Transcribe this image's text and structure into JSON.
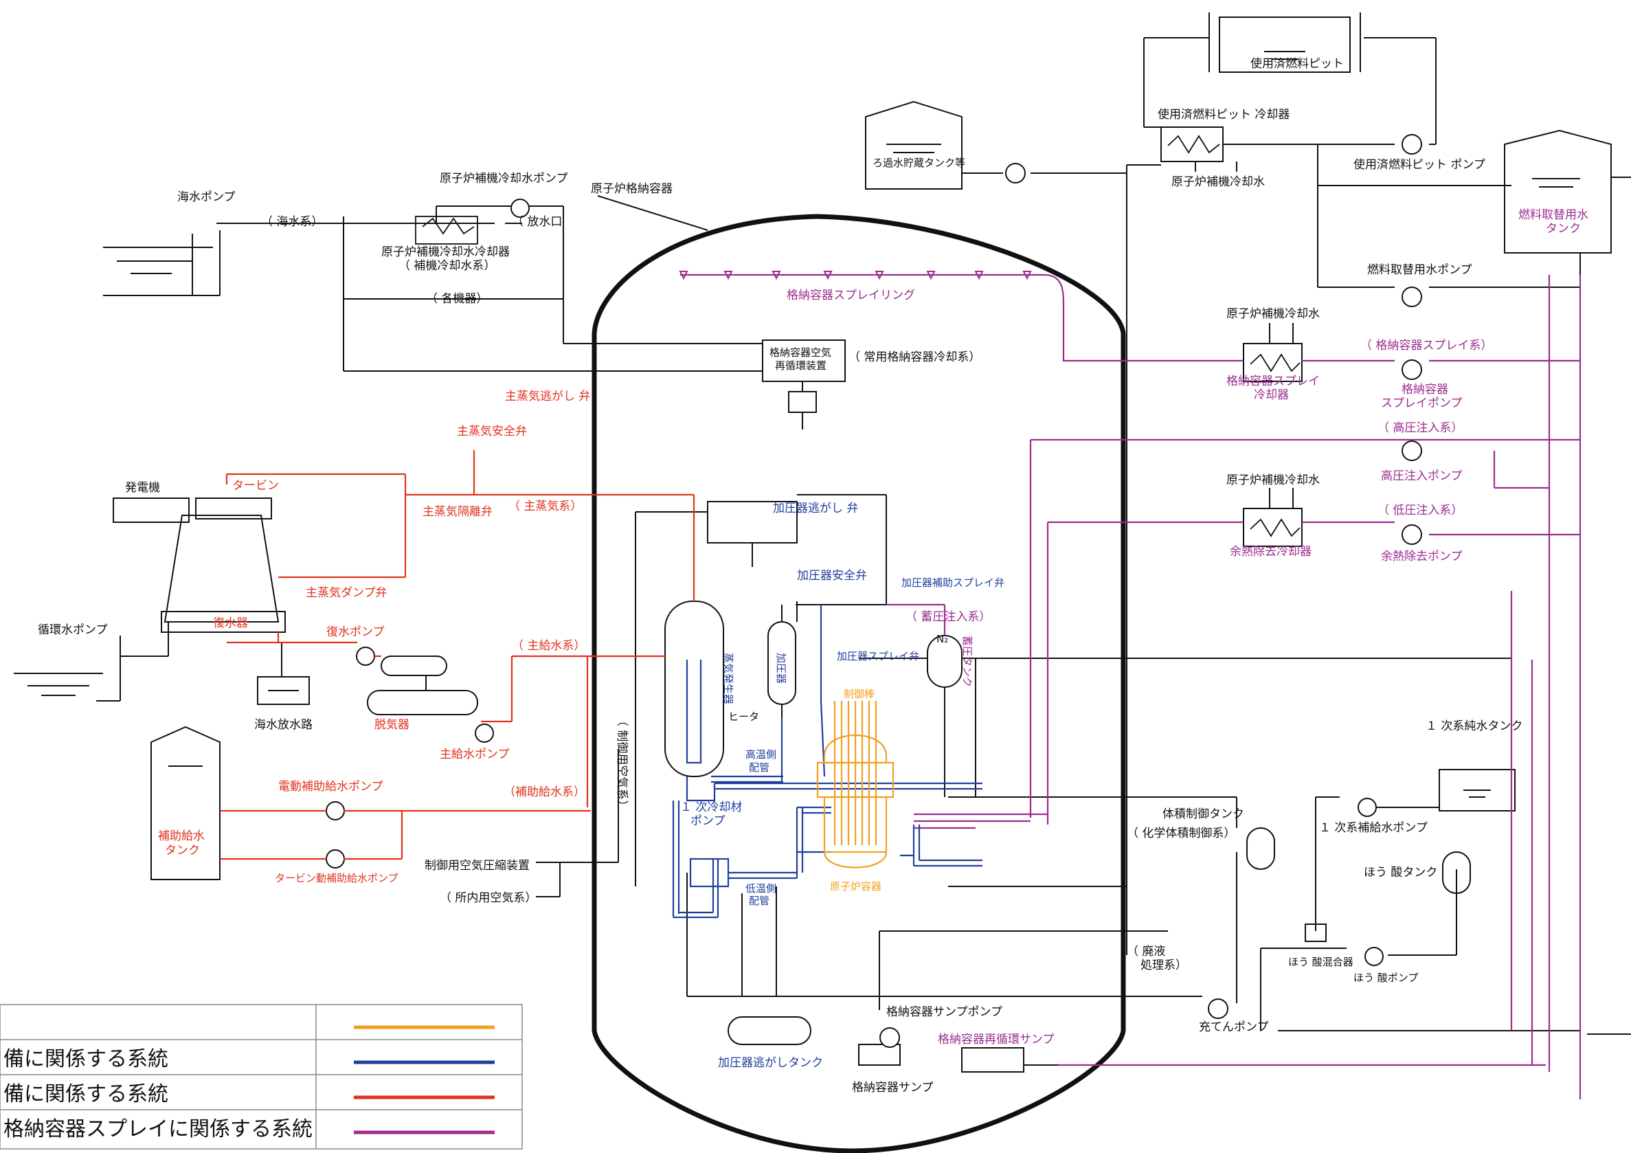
{
  "colors": {
    "black": "#111111",
    "red": "#e0331f",
    "blue": "#1f3f9c",
    "purple": "#9b2c8f",
    "orange": "#f0a020"
  },
  "labels": {
    "seawater_pump": "海水ポンプ",
    "seawater_system": "（ 海水系）",
    "ccw_pump": "原子炉補機冷却水ポンプ",
    "discharge_outlet": "（ 放水口",
    "ccw_cooler": "原子炉補機冷却水冷却器",
    "ccw_system": "（ 補機冷却水系）",
    "each_equipment": "（ 各機器）",
    "containment_vessel": "原子炉格納容器",
    "containment_spray_ring": "格納容器スプレイリング",
    "containment_air_recirc_1": "格納容器空気",
    "containment_air_recirc_2": "再循環装置",
    "normal_containment_cooling": "（ 常用格納容器冷却系）",
    "filtered_water_tank": "ろ過水貯蔵タンク等",
    "spent_fuel_pit": "使用済燃料ピット",
    "spent_fuel_pit_cooler": "使用済燃料ピット 冷却器",
    "ccw_to_sfp": "原子炉補機冷却水",
    "spent_fuel_pit_pump": "使用済燃料ピット ポンプ",
    "refueling_water_tank_1": "燃料取替用水",
    "refueling_water_tank_2": "タンク",
    "refueling_water_pump": "燃料取替用水ポンプ",
    "ccw_to_cs": "原子炉補機冷却水",
    "cs_system": "（ 格納容器スプレイ系）",
    "cs_cooler_1": "格納容器スプレイ",
    "cs_cooler_2": "冷却器",
    "cs_pump_1": "格納容器",
    "cs_pump_2": "スプレイポンプ",
    "hpi_system": "（ 高圧注入系）",
    "hpi_pump": "高圧注入ポンプ",
    "ccw_to_rhr": "原子炉補機冷却水",
    "lpi_system": "（ 低圧注入系）",
    "rhr_cooler": "余熱除去冷却器",
    "rhr_pump": "余熱除去ポンプ",
    "ms_relief_valve": "主蒸気逃がし 弁",
    "ms_safety_valve": "主蒸気安全弁",
    "ms_isolation_valve": "主蒸気隔離弁",
    "main_steam_system": "（ 主蒸気系）",
    "turbine": "タービン",
    "generator": "発電機",
    "ms_dump_valve": "主蒸気ダンプ弁",
    "circ_water_pump": "循環水ポンプ",
    "condenser": "復水器",
    "condensate_pump": "復水ポンプ",
    "seawater_discharge": "海水放水路",
    "deaerator": "脱気器",
    "main_feedwater_system": "（ 主給水系）",
    "main_feedwater_pump": "主給水ポンプ",
    "aux_feed_tank_1": "補助給水",
    "aux_feed_tank_2": "タンク",
    "motor_afw_pump": "電動補助給水ポンプ",
    "afw_system": "（補助給水系）",
    "turbine_afw_pump": "タービン動補助給水ポンプ",
    "control_air_system": "（ 制御用空気系）",
    "control_air_compressor": "制御用空気圧縮装置",
    "station_air_system": "（ 所内用空気系）",
    "pzr_relief_valve": "加圧器逃がし 弁",
    "pzr_safety_valve": "加圧器安全弁",
    "pzr_aux_spray_valve": "加圧器補助スプレイ弁",
    "accumulator_system": "（ 蓄圧注入系）",
    "pzr_spray_valve": "加圧器スプレイ弁",
    "accumulator_tank": "蓄圧タンク",
    "n2": "N₂",
    "pressurizer": "加圧器",
    "heater": "ヒータ",
    "steam_generator": "蒸気発生器",
    "control_rods": "制御棒",
    "hot_leg_1": "高温側",
    "hot_leg_2": "配管",
    "rcp_1": "１ 次冷却材",
    "rcp_2": "ポンプ",
    "cold_leg_1": "低温側",
    "cold_leg_2": "配管",
    "reactor_vessel": "原子炉容器",
    "pzr_relief_tank": "加圧器逃がしタンク",
    "containment_sump_pump": "格納容器サンプポンプ",
    "containment_sump": "格納容器サンプ",
    "recirc_sump": "格納容器再循環サンプ",
    "waste_system_1": "（ 廃液",
    "waste_system_2": "処理系）",
    "charging_pump": "充てんポンプ",
    "vct": "体積制御タンク",
    "cvcs": "（ 化学体積制御系）",
    "primary_makeup_tank": "１ 次系純水タンク",
    "primary_makeup_pump": "１ 次系補給水ポンプ",
    "boric_acid_tank": "ほう 酸タンク",
    "boric_acid_blender": "ほう 酸混合器",
    "boric_acid_pump": "ほう 酸ポンプ"
  },
  "legend": {
    "rows": [
      {
        "text": "",
        "color": "#f0a020"
      },
      {
        "text": "備に関係する系統",
        "color": "#1f3f9c"
      },
      {
        "text": "備に関係する系統",
        "color": "#e0331f"
      },
      {
        "text": "格納容器スプレイに関係する系統",
        "color": "#9b2c8f"
      }
    ]
  }
}
